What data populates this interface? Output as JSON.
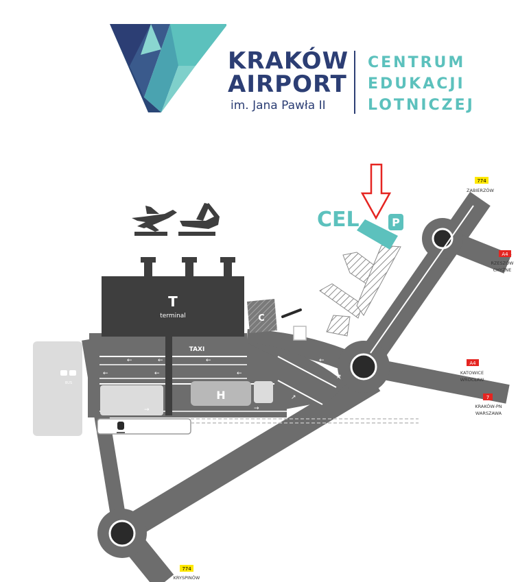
{
  "brand": {
    "line1": "KRAKÓW",
    "line2": "AIRPORT",
    "line3": "im. Jana Pawła II",
    "center_line1": "CENTRUM",
    "center_line2": "EDUKACJI",
    "center_line3": "LOTNICZEJ"
  },
  "map": {
    "cel_label": "CEL",
    "parking_label": "P",
    "terminal_letter": "T",
    "terminal_word": "terminal",
    "taxi_label": "TAXI",
    "cargo_letter": "C",
    "hotel_letter": "H",
    "bus_label": "BUS",
    "roads": {
      "north_badge": "774",
      "north_name": "ZABIERZÓW",
      "east_badge": "A4",
      "east_name_1": "RZESZÓW",
      "east_name_2": "CHYŻNE",
      "mid_badge": "A4",
      "mid_name_1": "KATOWICE",
      "mid_name_2": "WROCŁAW",
      "south_east_badge": "7",
      "south_east_name_1": "KRAKÓW-PN",
      "south_east_name_2": "WARSZAWA",
      "south_badge": "774",
      "south_name": "KRYSPINÓW"
    }
  },
  "colors": {
    "navy": "#2c3e74",
    "teal": "#5cc1bd",
    "road": "#6d6d6d",
    "terminal": "#3e3e3e",
    "red_badge": "#e52521",
    "yellow_badge": "#ffe800"
  }
}
